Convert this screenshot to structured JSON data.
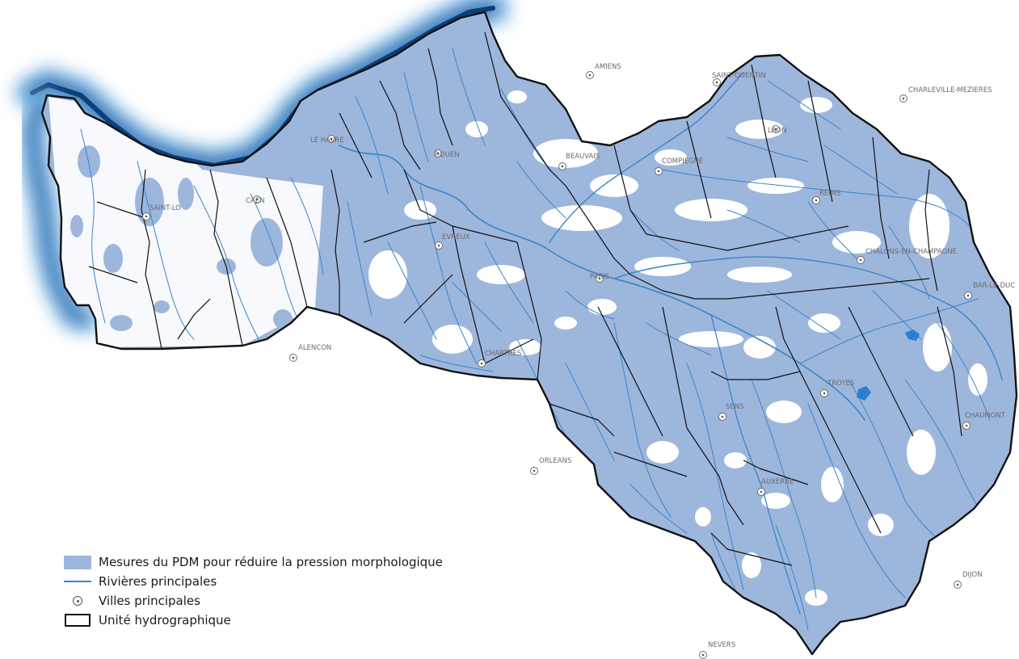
{
  "legend": {
    "items": [
      {
        "label": "Mesures du PDM pour réduire la pression morphologique",
        "icon": "blue-fill-swatch",
        "color": "#9db6dc"
      },
      {
        "label": "Rivières principales",
        "icon": "river-line",
        "color": "#3a86c7"
      },
      {
        "label": "Villes principales",
        "icon": "city-dot-icon",
        "color": "#555555"
      },
      {
        "label": "Unité hydrographique",
        "icon": "unit-outline-box",
        "color": "#111111"
      }
    ]
  },
  "cities": [
    {
      "name": "AMIENS"
    },
    {
      "name": "SAINT-QUENTIN"
    },
    {
      "name": "CHARLEVILLE-MEZIERES"
    },
    {
      "name": "LAON"
    },
    {
      "name": "LE HAVRE"
    },
    {
      "name": "ROUEN"
    },
    {
      "name": "BEAUVAIS"
    },
    {
      "name": "COMPIEGNE"
    },
    {
      "name": "REIMS"
    },
    {
      "name": "CAEN"
    },
    {
      "name": "SAINT-LO"
    },
    {
      "name": "EVREUX"
    },
    {
      "name": "CHALONS-EN-CHAMPAGNE"
    },
    {
      "name": "PARIS"
    },
    {
      "name": "BAR-LE-DUC"
    },
    {
      "name": "ALENCON"
    },
    {
      "name": "CHARTRES"
    },
    {
      "name": "TROYES"
    },
    {
      "name": "SENS"
    },
    {
      "name": "CHAUMONT"
    },
    {
      "name": "ORLEANS"
    },
    {
      "name": "AUXERRE"
    },
    {
      "name": "DIJON"
    },
    {
      "name": "NEVERS"
    }
  ],
  "colors": {
    "measure_fill": "#9db6dc",
    "river": "#3a86c7",
    "unit_border": "#111111",
    "sea": "#0b3f7a"
  }
}
